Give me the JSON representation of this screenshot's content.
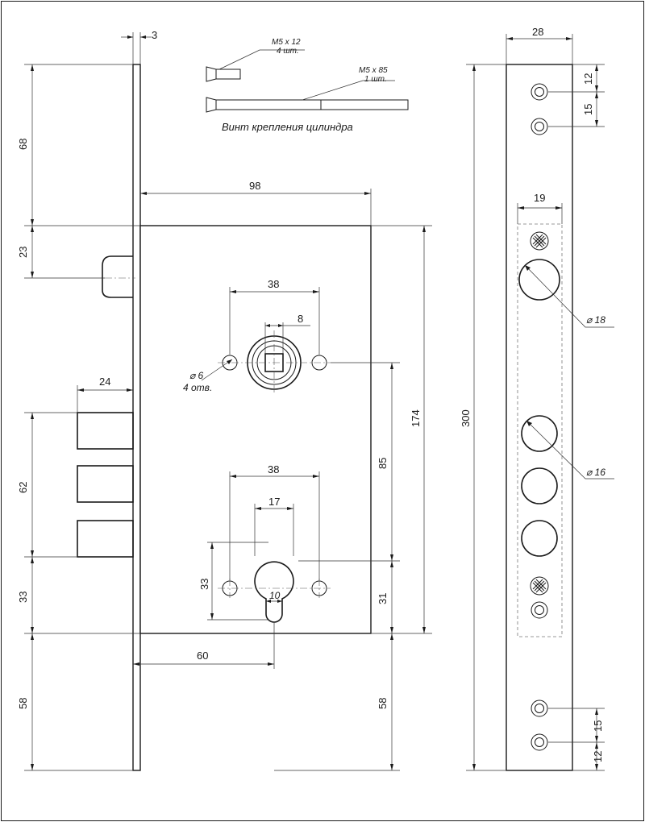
{
  "title": "",
  "screws": {
    "short_size": "M5 x 12",
    "short_qty": "4 шт.",
    "long_size": "M5 x 85",
    "long_qty": "1 шт.",
    "caption": "Винт крепления цилиндра"
  },
  "dimensions": {
    "faceplate_thickness": "3",
    "top_to_case": "68",
    "latch_offset": "23",
    "case_width": "98",
    "spindle_hole_spacing": "38",
    "spindle_square": "8",
    "hole_diameter": "⌀ 6",
    "hole_count": "4 отв.",
    "case_height": "174",
    "bolt_projection": "24",
    "backset_to_cylinder_center": "85",
    "bolt_span": "62",
    "cylinder_hole_spacing": "38",
    "cylinder_width": "17",
    "cylinder_screw_offset": "33",
    "cylinder_bottom_width": "10",
    "cylinder_to_bottom": "31",
    "lower_bolt_offset": "33",
    "backset": "60",
    "bottom_to_case": "58",
    "bottom_right": "58",
    "strike_width": "28",
    "strike_inner_width": "19",
    "strike_height": "300",
    "strike_top_hole_1": "12",
    "strike_top_hole_2": "15",
    "strike_bottom_hole_1": "15",
    "strike_bottom_hole_2": "12",
    "large_hole": "⌀ 18",
    "bolt_holes": "⌀ 16"
  }
}
